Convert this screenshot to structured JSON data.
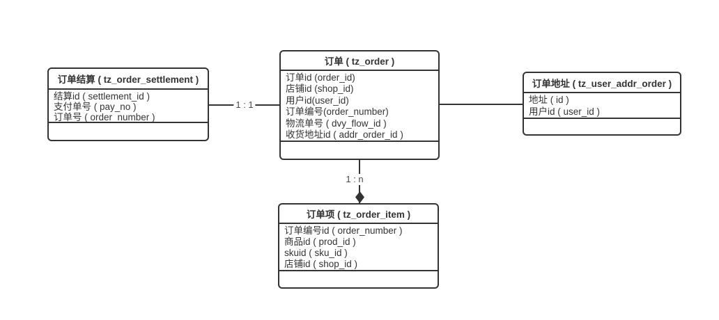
{
  "diagram": {
    "background": "#ffffff",
    "line_color": "#333333",
    "text_color": "#333333"
  },
  "entities": {
    "settlement": {
      "title": "订单结算 ( tz_order_settlement )",
      "fields": [
        "结算id ( settlement_id )",
        "支付单号 ( pay_no )",
        "订单号 ( order_number )"
      ]
    },
    "order": {
      "title": "订单 ( tz_order )",
      "fields": [
        "订单id (order_id)",
        "店铺id (shop_id)",
        "用户id(user_id)",
        "订单编号(order_number)",
        "物流单号 ( dvy_flow_id )",
        "收货地址id ( addr_order_id )"
      ]
    },
    "addr": {
      "title": "订单地址 ( tz_user_addr_order )",
      "fields": [
        "地址 ( id )",
        "用户id ( user_id )"
      ]
    },
    "item": {
      "title": "订单项 ( tz_order_item )",
      "fields": [
        "订单编号id ( order_number )",
        "商品id ( prod_id )",
        "skuid ( sku_id )",
        "店铺id ( shop_id )"
      ]
    }
  },
  "relationships": {
    "settlement_to_order": {
      "label": "1 : 1"
    },
    "order_to_item": {
      "label": "1 : n"
    }
  }
}
